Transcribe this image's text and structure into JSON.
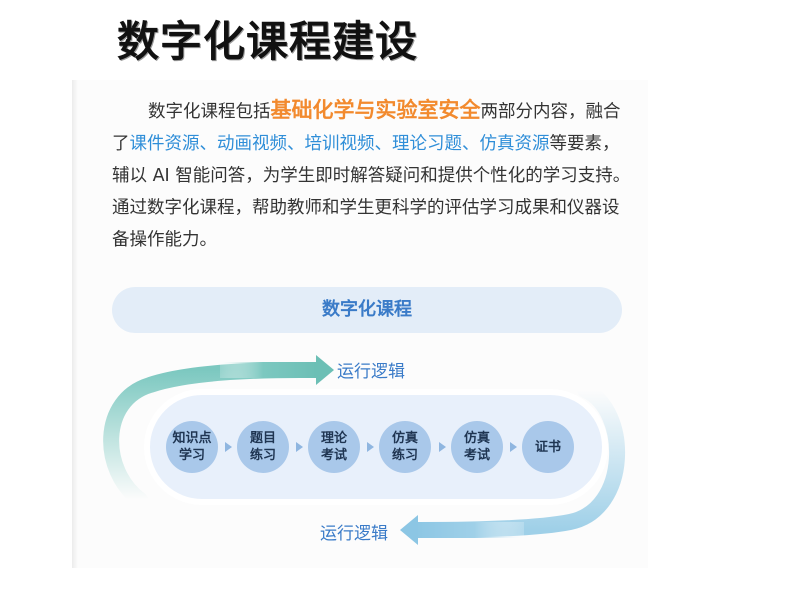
{
  "title": "数字化课程建设",
  "intro": {
    "lead": "数字化课程包括",
    "highlight": "基础化学与实验室安全",
    "after_highlight": "两部分内容，",
    "line2_start": "融合了",
    "resources": "课件资源、动画视频、培训视频、理论习题、仿真资源",
    "line2_end": "等要素，辅以 AI 智能问答，为学生即时解答疑问和提供个性化的学习支持。通过数字化课程，帮助教师和学生更科学的评估学习成果和仪器设备操作能力。"
  },
  "banner": "数字化课程",
  "logic_top": "运行逻辑",
  "logic_bottom": "运行逻辑",
  "steps": [
    {
      "line1": "知识点",
      "line2": "学习"
    },
    {
      "line1": "题目",
      "line2": "练习"
    },
    {
      "line1": "理论",
      "line2": "考试"
    },
    {
      "line1": "仿真",
      "line2": "练习"
    },
    {
      "line1": "仿真",
      "line2": "考试"
    },
    {
      "line1": "证书",
      "line2": ""
    }
  ],
  "colors": {
    "highlight": "#f28a2e",
    "resource_text": "#2f8ed8",
    "loop_teal": "#7cc8c0",
    "loop_blue": "#9fd0e8",
    "step_fill": "#a9c8ea",
    "banner_fill": "#e3edf8"
  }
}
